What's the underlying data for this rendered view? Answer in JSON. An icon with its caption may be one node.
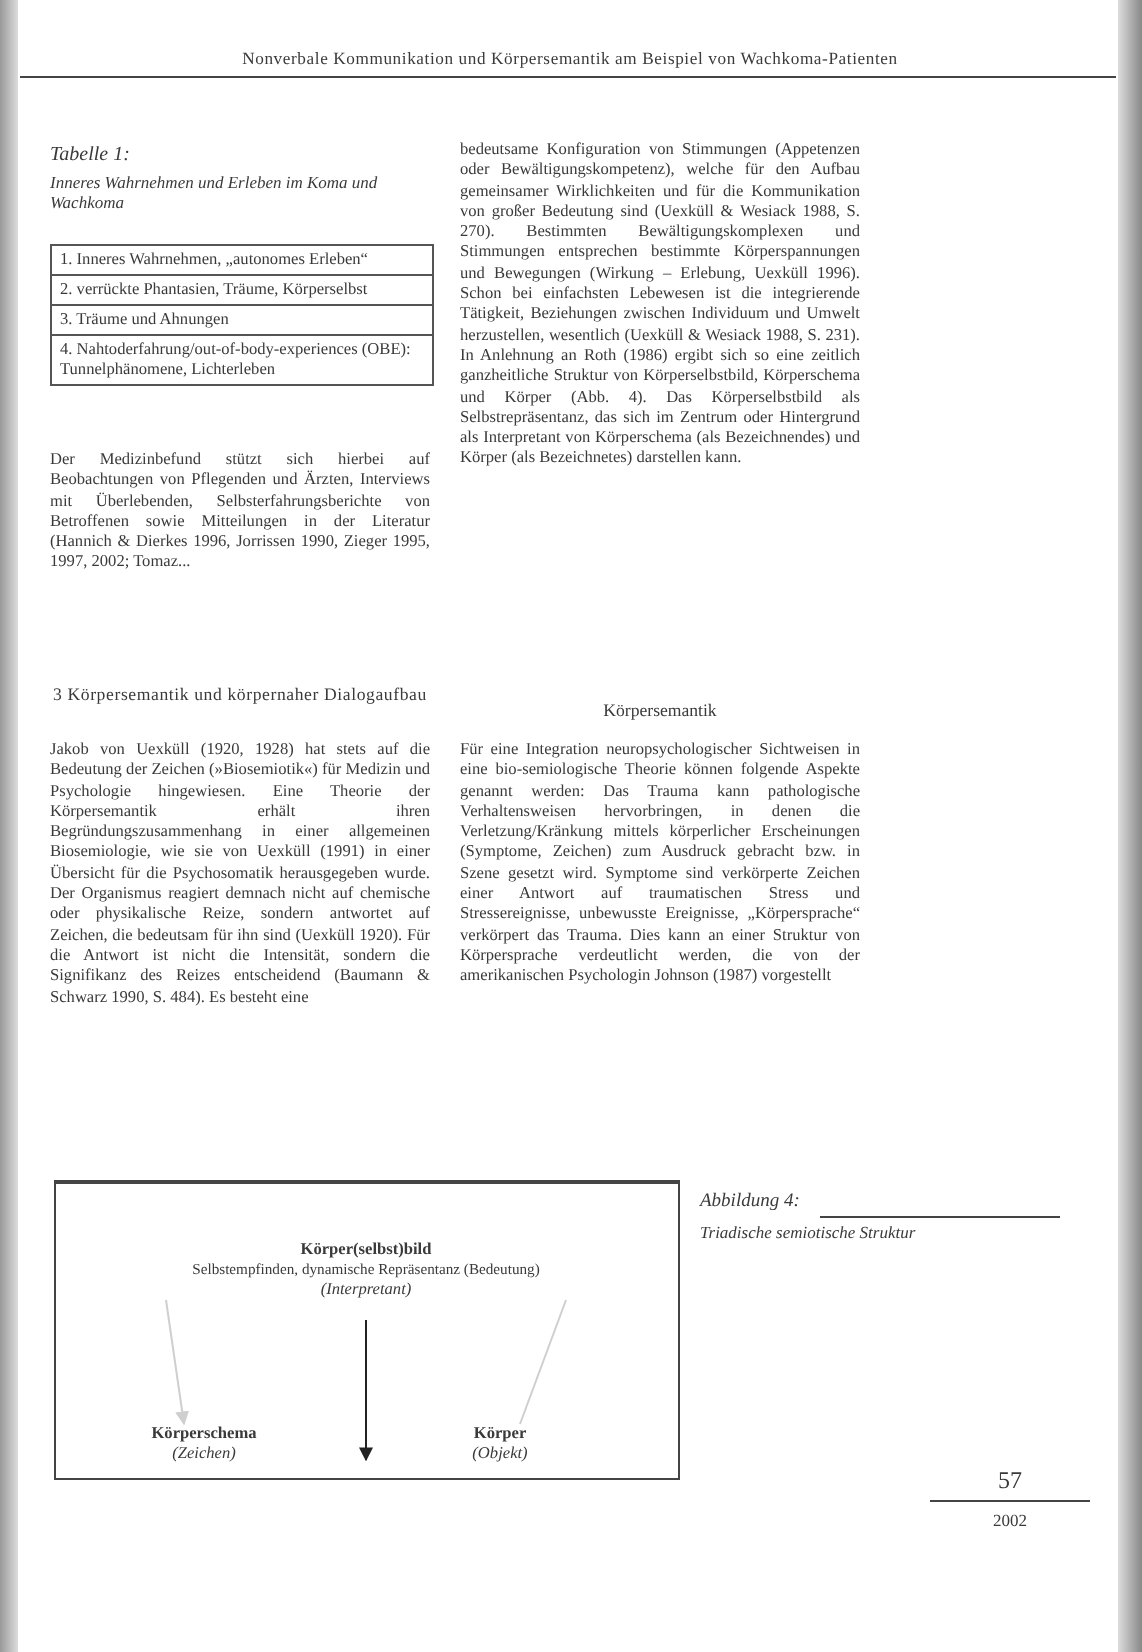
{
  "diagram": {
    "nodes": [
      {
        "text": [
          "Körper(selbst)bild",
          "Selbstempfinden, dynamische Repräsentanz (Bedeutung)",
          "(Interpretant)"
        ]
      },
      {
        "text": [
          "Körperschema",
          "(Zeichen)"
        ]
      },
      {
        "text": [
          "Körper",
          "(Objekt)"
        ]
      }
    ],
    "edges": [
      {
        "from": 0,
        "to": 1,
        "arrow": "to",
        "color": "#cfcfcf"
      },
      {
        "from": 0,
        "to": 2,
        "arrow": "none",
        "color": "#cfcfcf"
      },
      {
        "from": 0,
        "to": null,
        "arrow": "to",
        "color": "#222222"
      }
    ],
    "labels": [
      "Nonverbale Kommunikation und Körpersemantik am Beispiel von Wachkoma-Patienten",
      "Tabelle 1:",
      "Inneres Wahrnehmen und Erleben im Koma und Wachkoma",
      "1. Inneres Wahrnehmen, „autonomes Erleben“",
      "2. verrückte Phantasien, Träume, Körperselbst",
      "3. Träume und Ahnungen",
      "4. Nahtoderfahrung/out-of-body-experiences (OBE): Tunnelphänomene, Lichterleben",
      "Der Medizinbefund stützt sich hierbei auf Beobachtungen von Pflegenden und Ärzten, Interviews mit Überlebenden, Selbsterfahrungsberichte von Betroffenen sowie Mitteilungen in der Literatur (Hannich & Dierkes 1996, Jorrissen 1990, Zieger 1995, 1997, 2002; Tomaz...",
      "3 Körpersemantik und körpernaher Dialogaufbau",
      "Jakob von Uexküll (1920, 1928) hat stets auf die Bedeutung der Zeichen (»Biosemiotik«) für Medizin und Psychologie hingewiesen. Eine Theorie der Körpersemantik erhält ihren Begründungszusammenhang in einer allgemeinen Biosemiologie, wie sie von Uexküll (1991) in einer Übersicht für die Psychosomatik herausgegeben wurde. Der Organismus reagiert demnach nicht auf chemische oder physikalische Reize, sondern antwortet auf Zeichen, die bedeutsam für ihn sind (Uexküll 1920). Für die Antwort ist nicht die Intensität, sondern die Signifikanz des Reizes entscheidend (Baumann & Schwarz 1990, S. 484). Es besteht eine",
      "bedeutsame Konfiguration von Stimmungen (Appetenzen oder Bewältigungskompetenz), welche für den Aufbau gemeinsamer Wirklichkeiten und für die Kommunikation von großer Bedeutung sind (Uexküll & Wesiack 1988, S. 270). Bestimmten Bewältigungskomplexen und Stimmungen entsprechen bestimmte Körperspannungen und Bewegungen (Wirkung – Erlebung, Uexküll 1996). Schon bei einfachsten Lebewesen ist die integrierende Tätigkeit, Beziehungen zwischen Individuum und Umwelt herzustellen, wesentlich (Uexküll & Wesiack 1988, S. 231). In Anlehnung an Roth (1986) ergibt sich so eine zeitlich ganzheitliche Struktur von Körperselbstbild, Körperschema und Körper (Abb. 4). Das Körperselbstbild als Selbstrepräsentanz, das sich im Zentrum oder Hintergrund als Interpretant von Körperschema (als Bezeichnendes) und Körper (als Bezeichnetes) darstellen kann.",
      "Körpersemantik",
      "Für eine Integration neuropsychologischer Sichtweisen in eine bio-semiologische Theorie können folgende Aspekte genannt werden: Das Trauma kann pathologische Verhaltensweisen hervorbringen, in denen die Verletzung/Kränkung mittels körperlicher Erscheinungen (Symptome, Zeichen) zum Ausdruck gebracht bzw. in Szene gesetzt wird. Symptome sind verkörperte Zeichen einer Antwort auf traumatischen Stress und Stressereignisse, unbewusste Ereignisse, „Körpersprache“ verkörpert das Trauma. Dies kann an einer Struktur von Körpersprache verdeutlicht werden, die von der amerikanischen Psychologin Johnson (1987) vorgestellt",
      "Abbildung 4:",
      "Triadische semiotische Struktur",
      "57",
      "2002"
    ]
  }
}
